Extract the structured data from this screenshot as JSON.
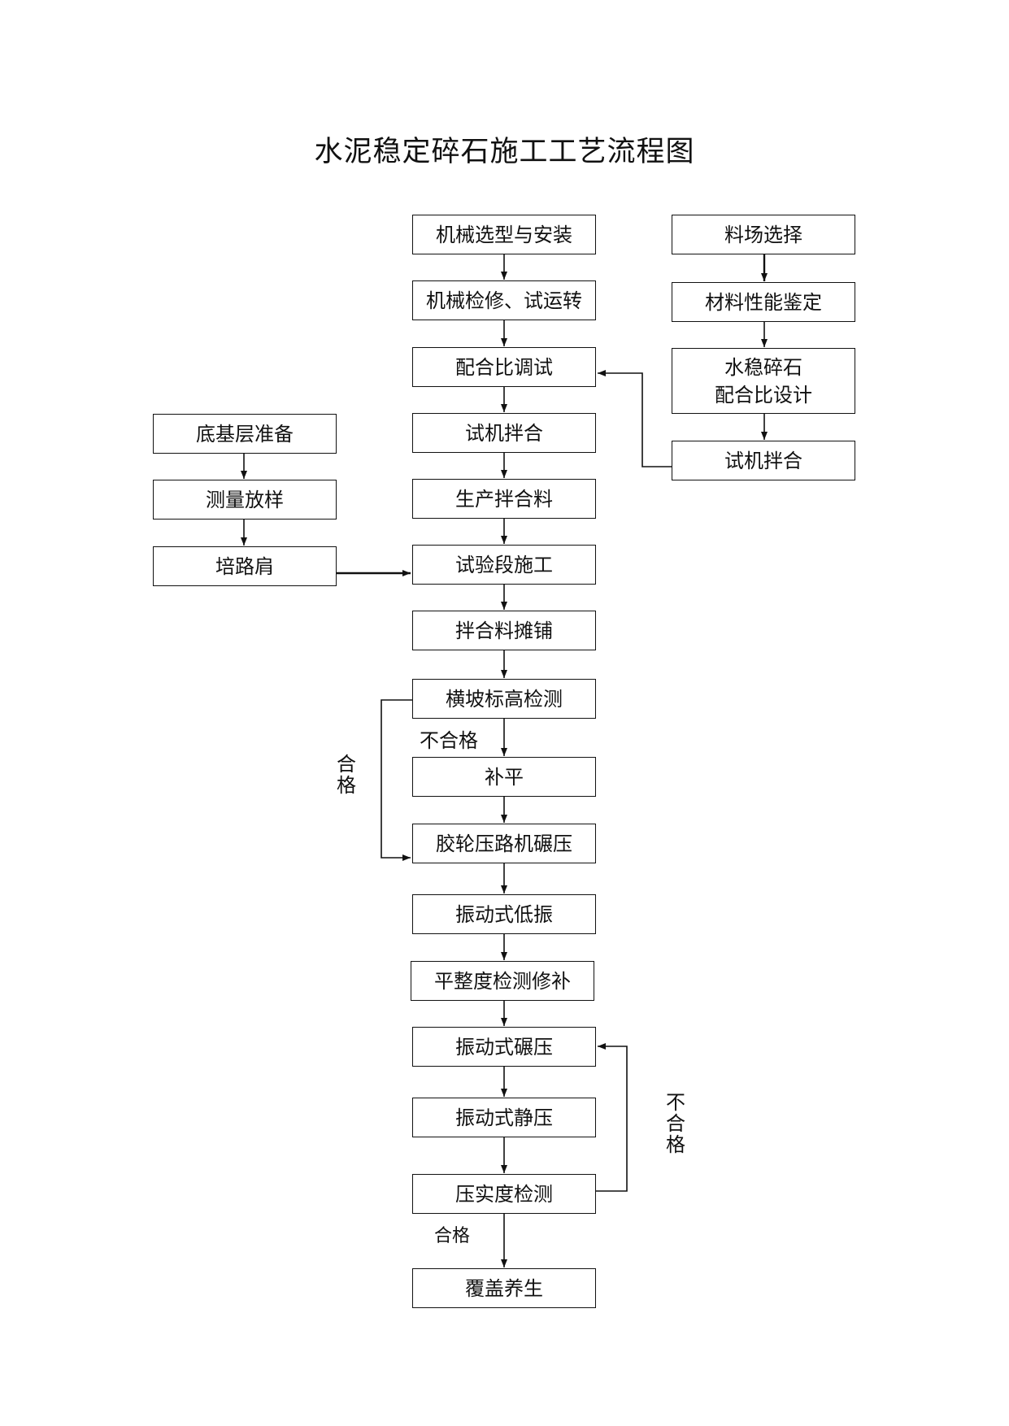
{
  "title": "水泥稳定碎石施工工艺流程图",
  "center": {
    "machine_selection": "机械选型与安装",
    "machine_check": "机械检修、试运转",
    "mix_debug": "配合比调试",
    "trial_mix": "试机拌合",
    "production_mix": "生产拌合料",
    "trial_section": "试验段施工",
    "spreading": "拌合料摊铺",
    "slope_check": "横坡标高检测",
    "patch": "补平",
    "tire_roller": "胶轮压路机碾压",
    "vib_low": "振动式低振",
    "flatness": "平整度检测修补",
    "vib_roll": "振动式碾压",
    "vib_static": "振动式静压",
    "compaction_check": "压实度检测",
    "cover_cure": "覆盖养生"
  },
  "right": {
    "yard_select": "料场选择",
    "material_test": "材料性能鉴定",
    "mix_design": "水稳碎石\n配合比设计",
    "trial_mix": "试机拌合"
  },
  "left": {
    "base_prep": "底基层准备",
    "survey": "测量放样",
    "shoulder": "培路肩"
  },
  "labels": {
    "unqualified_1": "不合格",
    "qualified_1": "合\n格",
    "unqualified_2": "不\n合\n格",
    "qualified_2": "合格"
  }
}
